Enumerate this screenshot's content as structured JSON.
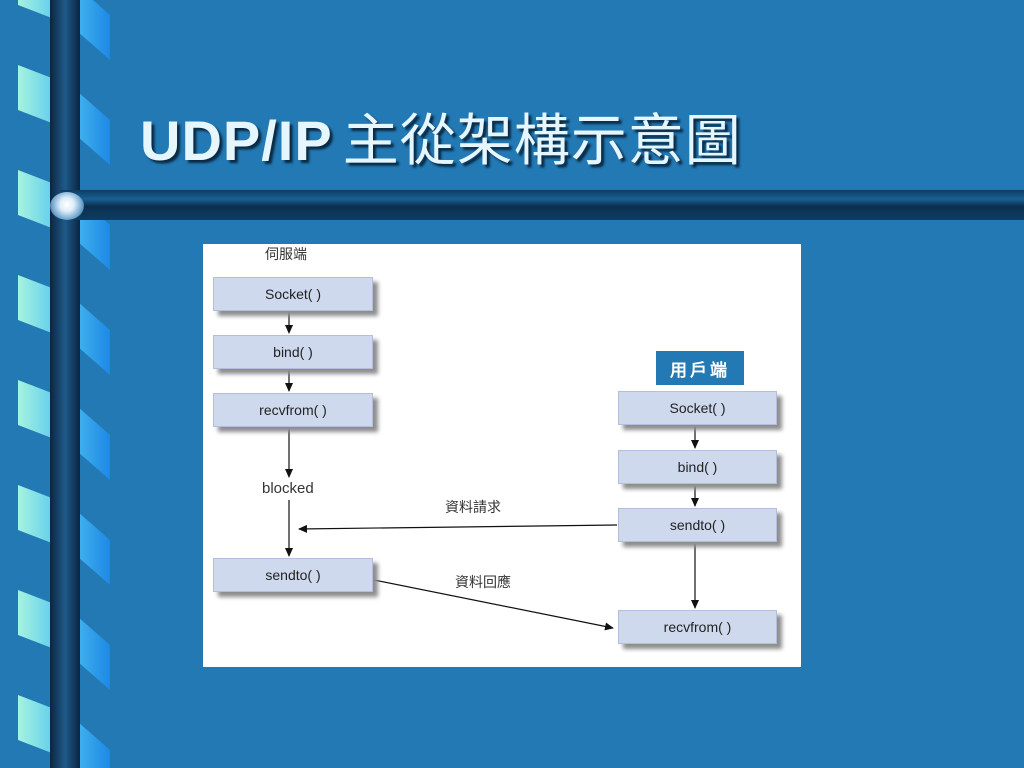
{
  "slide": {
    "title_latin": "UDP/IP",
    "title_chinese": "主從架構示意圖"
  },
  "diagram": {
    "server": {
      "label": "伺服端",
      "steps": [
        "Socket( )",
        "bind( )",
        "recvfrom( )"
      ],
      "blocked": "blocked",
      "sendto": "sendto( )"
    },
    "client": {
      "label": "用戶端",
      "steps": [
        "Socket( )",
        "bind( )",
        "sendto( )",
        "recvfrom( )"
      ]
    },
    "messages": {
      "request": "資料請求",
      "reply": "資料回應"
    }
  },
  "colors": {
    "background": "#2279b4",
    "box_fill": "#cfd9ee",
    "badge_fill": "#2279b4"
  }
}
